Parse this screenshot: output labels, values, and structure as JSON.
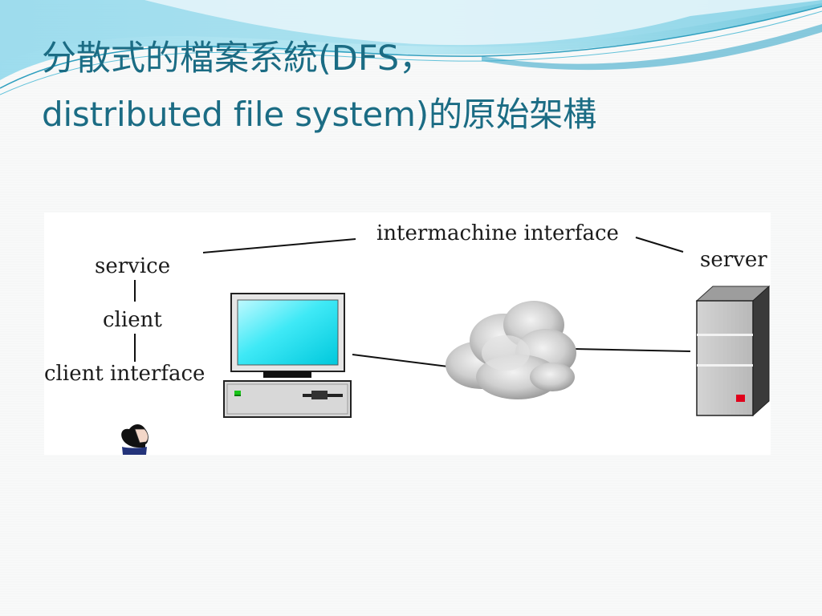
{
  "slide": {
    "title_line_1": "分散式的檔案系統(DFS，",
    "title_line_2": "distributed file system)的原始架構"
  },
  "diagram": {
    "labels": {
      "intermachine_interface": "intermachine interface",
      "server": "server",
      "service": "service",
      "client": "client",
      "client_interface": "client interface"
    },
    "icons": {
      "monitor": "monitor-icon",
      "computer": "desktop-computer-icon",
      "network": "network-cloud-icon",
      "server": "server-tower-icon",
      "user": "user-head-icon"
    }
  },
  "colors": {
    "title": "#1b6c84",
    "monitor_screen": "#00e5f5",
    "server_indicator": "#e0001b",
    "wave_primary": "#39b6d3"
  }
}
